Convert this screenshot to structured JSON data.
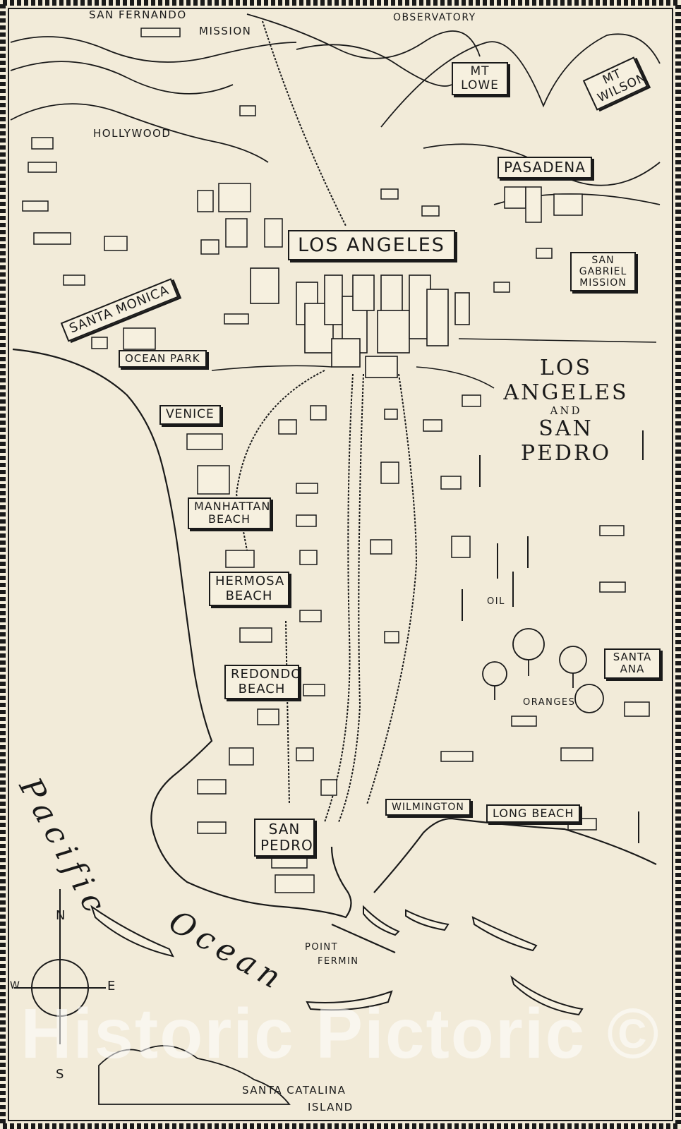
{
  "title": {
    "line1": "LOS",
    "line2": "ANGELES",
    "and": "AND",
    "line3": "SAN",
    "line4": "PEDRO"
  },
  "signs": {
    "los_angeles": "LOS ANGELES",
    "pasadena": "PASADENA",
    "mt_lowe": "MT LOWE",
    "mt_wilson": "MT WILSON",
    "san_gabriel": "SAN GABRIEL MISSION",
    "santa_monica": "SANTA MONICA",
    "ocean_park": "OCEAN PARK",
    "venice": "VENICE",
    "manhattan": "MANHATTAN BEACH",
    "hermosa": "HERMOSA BEACH",
    "redondo": "REDONDO BEACH",
    "san_pedro": "SAN PEDRO",
    "wilmington": "WILMINGTON",
    "long_beach": "LONG BEACH",
    "santa_ana": "SANTA ANA"
  },
  "labels": {
    "san_fernando": "SAN FERNANDO",
    "mission": "MISSION",
    "observatory": "OBSERVATORY",
    "hollywood": "HOLLYWOOD",
    "oil": "OIL",
    "oranges": "ORANGES",
    "point_fermin_1": "POINT",
    "point_fermin_2": "FERMIN",
    "catalina_1": "SANTA CATALINA",
    "catalina_2": "ISLAND",
    "pacific": "Pacific",
    "ocean": "Ocean"
  },
  "compass": {
    "n": "N",
    "s": "S",
    "e": "E",
    "w": "W"
  },
  "watermark": "Historic Pictoric ©",
  "colors": {
    "paper": "#f2ebd9",
    "ink": "#1a1a1a"
  }
}
